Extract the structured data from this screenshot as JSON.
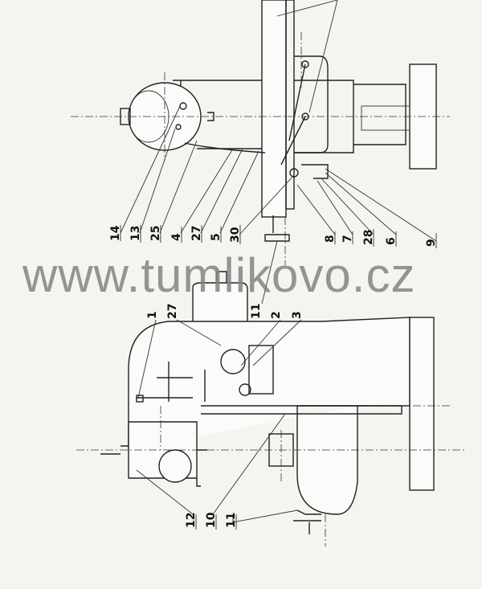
{
  "watermark": "www.tumlikovo.cz",
  "top_view_labels": [
    "14",
    "13",
    "25",
    "4",
    "27",
    "5",
    "30",
    "8",
    "7",
    "28",
    "6",
    "9"
  ],
  "middle_labels": [
    "1",
    "27",
    "11",
    "2",
    "3"
  ],
  "side_view_labels": [
    "12",
    "10",
    "11"
  ]
}
